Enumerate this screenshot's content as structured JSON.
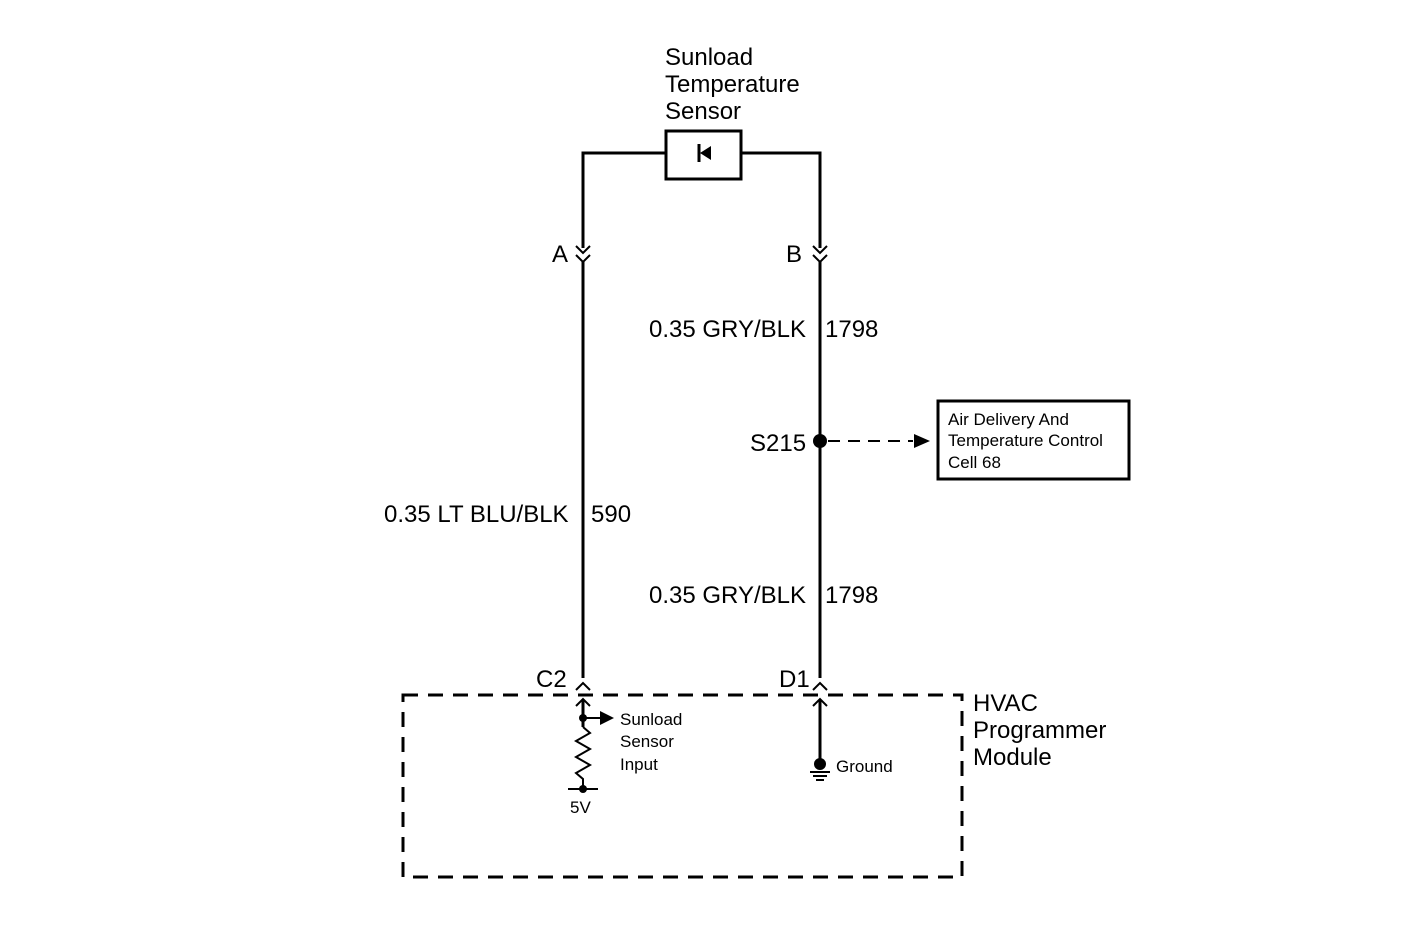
{
  "sensor": {
    "name_line1": "Sunload",
    "name_line2": "Temperature",
    "name_line3": "Sensor"
  },
  "connectors": {
    "sensor_pin_a": "A",
    "sensor_pin_b": "B",
    "module_pin_c2": "C2",
    "module_pin_d1": "D1"
  },
  "wires": {
    "left_wire": "0.35 LT BLU/BLK",
    "left_circuit": "590",
    "right_upper_wire": "0.35 GRY/BLK",
    "right_upper_circuit": "1798",
    "right_lower_wire": "0.35 GRY/BLK",
    "right_lower_circuit": "1798"
  },
  "splice": {
    "id": "S215"
  },
  "reference_box": {
    "line1": "Air Delivery And",
    "line2": "Temperature Control",
    "line3": "Cell 68"
  },
  "module": {
    "name_line1": "HVAC",
    "name_line2": "Programmer",
    "name_line3": "Module",
    "input_line1": "Sunload",
    "input_line2": "Sensor",
    "input_line3": "Input",
    "supply_label": "5V",
    "ground_label": "Ground"
  }
}
